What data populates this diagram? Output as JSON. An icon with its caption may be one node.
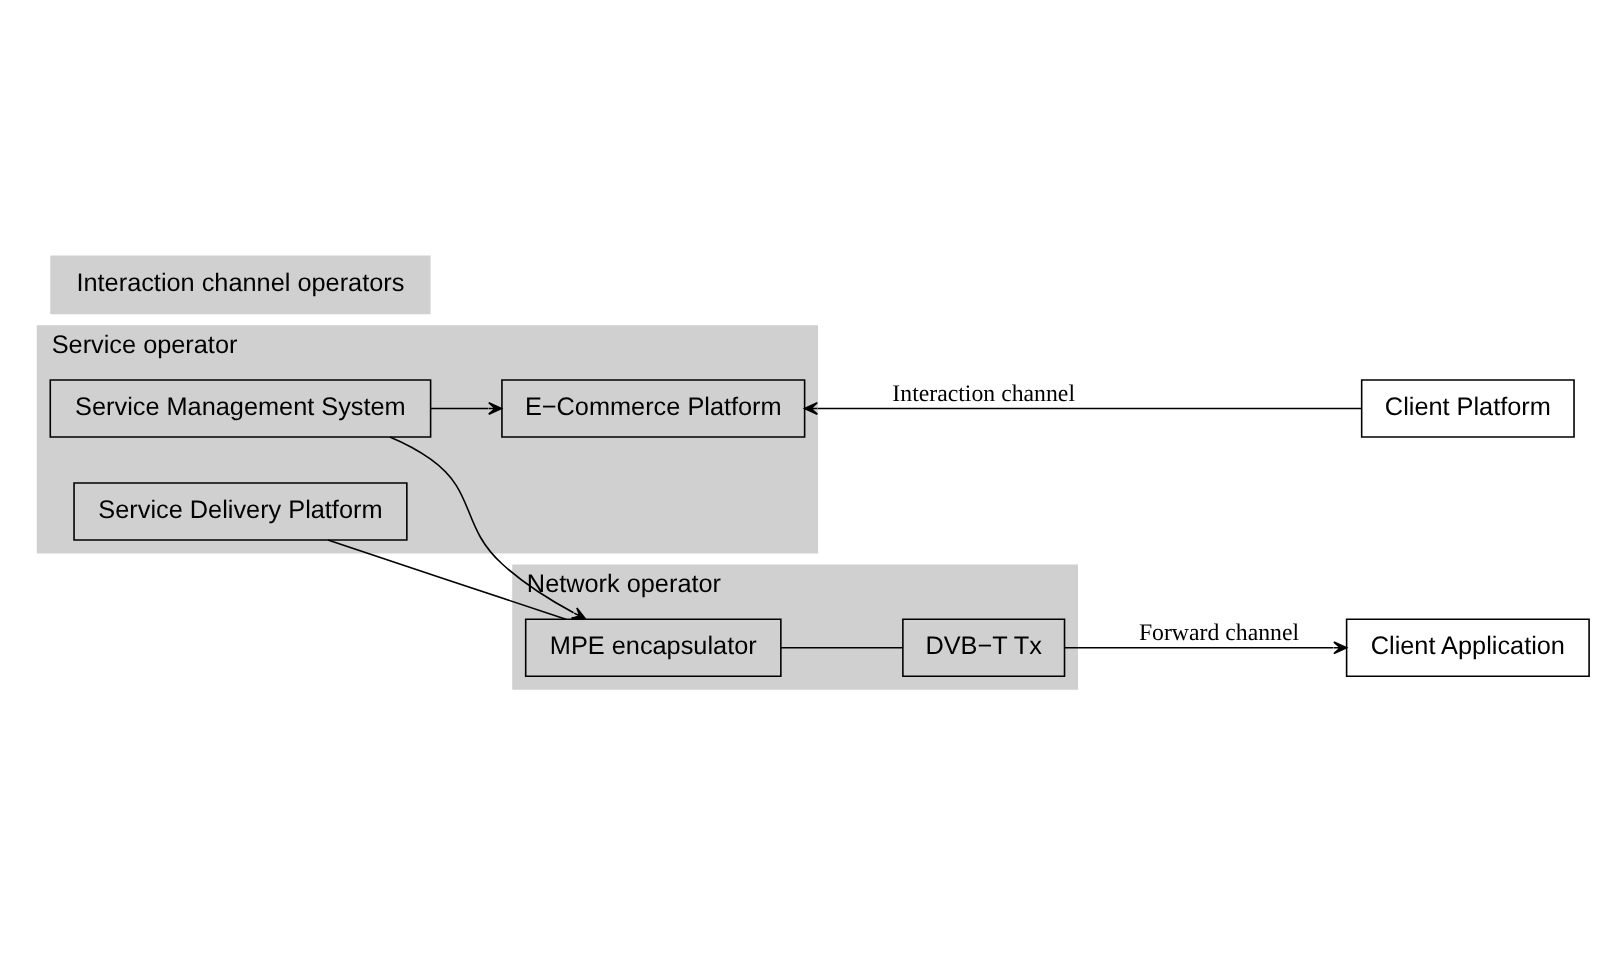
{
  "diagram": {
    "nodes": [
      {
        "text": [
          "Service operator"
        ]
      },
      {
        "text": [
          "Network operator"
        ]
      },
      {
        "text": [
          "Service Delivery Platform"
        ],
        "in": 0
      },
      {
        "text": [
          "MPE encapsulator"
        ],
        "in": 1
      },
      {
        "text": [
          "DVB−T Tx"
        ],
        "in": 1
      },
      {
        "text": [
          "Service Management System"
        ],
        "in": 0
      },
      {
        "text": [
          "Client Application"
        ]
      },
      {
        "text": [
          "Client Platform"
        ]
      },
      {
        "text": [
          "E−Commerce Platform"
        ],
        "in": 0
      },
      {
        "text": [
          "Interaction channel operators"
        ]
      }
    ],
    "edges": [
      {
        "from": 2,
        "to": 3,
        "arrow": "none"
      },
      {
        "from": 3,
        "to": 4,
        "arrow": "none"
      },
      {
        "from": 4,
        "to": 6,
        "arrow": "to",
        "label": "Forward channel"
      },
      {
        "from": 5,
        "to": 3,
        "arrow": "to"
      },
      {
        "from": 5,
        "to": 8,
        "arrow": "to"
      },
      {
        "from": 7,
        "to": 8,
        "arrow": "to",
        "label": "Interaction channel"
      }
    ]
  }
}
